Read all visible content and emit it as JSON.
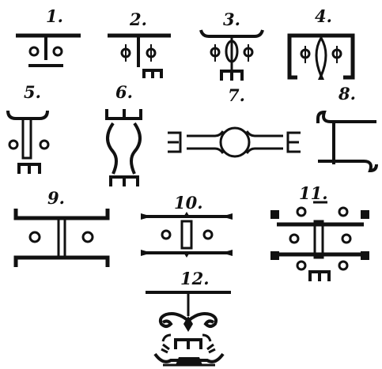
{
  "figures": [
    {
      "id": 1,
      "label": "1."
    },
    {
      "id": 2,
      "label": "2."
    },
    {
      "id": 3,
      "label": "3."
    },
    {
      "id": 4,
      "label": "4."
    },
    {
      "id": 5,
      "label": "5."
    },
    {
      "id": 6,
      "label": "6."
    },
    {
      "id": 7,
      "label": "7."
    },
    {
      "id": 8,
      "label": "8."
    },
    {
      "id": 9,
      "label": "9."
    },
    {
      "id": 10,
      "label": "10."
    },
    {
      "id": 11,
      "label": "11."
    },
    {
      "id": 12,
      "label": "12."
    }
  ],
  "colors": {
    "ink": "#111111",
    "paper": "#ffffff"
  }
}
